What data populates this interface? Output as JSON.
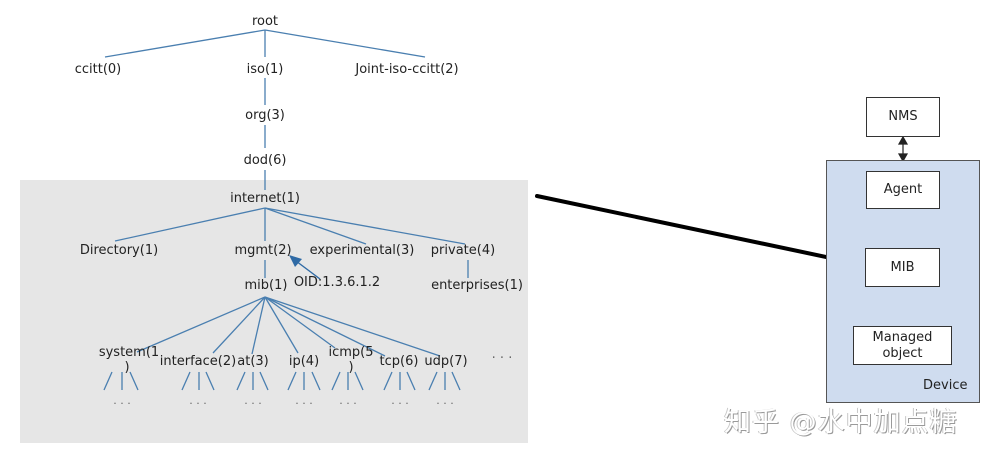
{
  "diagram": {
    "title": "MIB OID tree and SNMP management model",
    "colors": {
      "tree_line": "#4a7fb0",
      "panel_bg": "#e6e6e6",
      "device_bg": "#cfdcef",
      "connector": "#000000"
    },
    "tree": {
      "root": "root",
      "level1": [
        "ccitt(0)",
        "iso(1)",
        "Joint-iso-ccitt(2)"
      ],
      "org": "org(3)",
      "dod": "dod(6)",
      "internet": "internet(1)",
      "internet_children": [
        "Directory(1)",
        "mgmt(2)",
        "experimental(3)",
        "private(4)"
      ],
      "mib": "mib(1)",
      "enterprises": "enterprises(1)",
      "oid_annotation": "OID:1.3.6.1.2",
      "mib_children": [
        "system(1\n)",
        "interface(2)",
        "at(3)",
        "ip(4)",
        "icmp(5\n)",
        "tcp(6)",
        "udp(7)"
      ],
      "mib_children_line1": [
        "system(1",
        "interface(2)",
        "at(3)",
        "ip(4)",
        "icmp(5",
        "tcp(6)",
        "udp(7)"
      ],
      "mib_children_line2": [
        ")",
        "",
        "",
        "",
        ")",
        "",
        ""
      ],
      "more": "· · ·",
      "leaf_ellipsis": "· · ·"
    },
    "model": {
      "nms": "NMS",
      "device_label": "Device",
      "agent": "Agent",
      "mib": "MIB",
      "managed_object_line1": "Managed",
      "managed_object_line2": "object"
    },
    "watermark": "知乎 @水中加点糖"
  }
}
